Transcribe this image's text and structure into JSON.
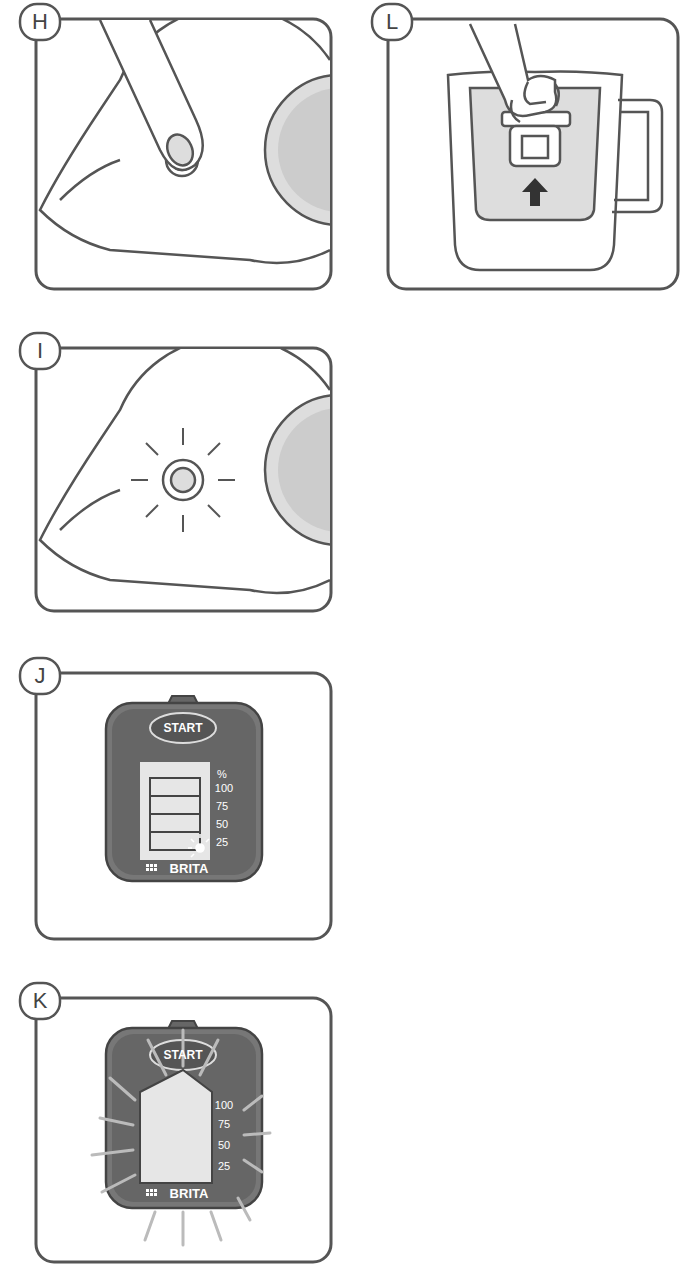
{
  "diagram": {
    "labels": [
      "H",
      "L",
      "I",
      "J",
      "K",
      "START",
      "%",
      "100",
      "75",
      "50",
      "25",
      "BRITA",
      "START",
      "100",
      "75",
      "50",
      "25",
      "BRITA"
    ]
  }
}
